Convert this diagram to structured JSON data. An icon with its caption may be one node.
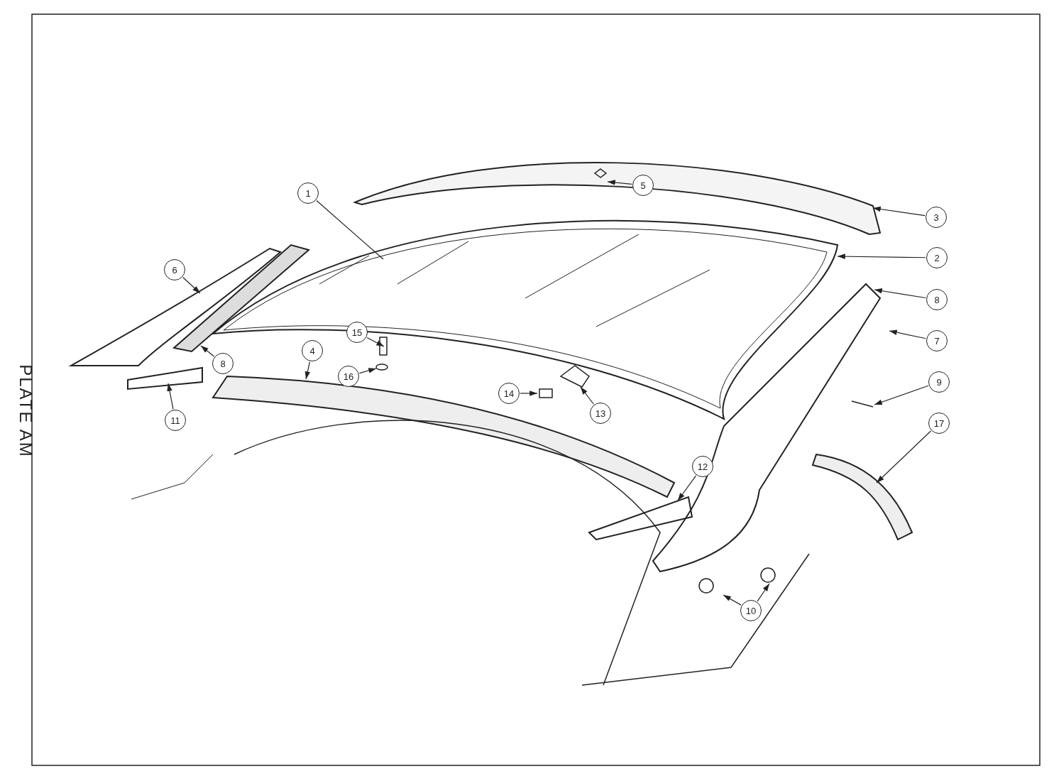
{
  "diagram": {
    "nodes": [
      {
        "text": [
          "1"
        ]
      },
      {
        "text": [
          "5"
        ]
      },
      {
        "text": [
          "3"
        ]
      },
      {
        "text": [
          "2"
        ]
      },
      {
        "text": [
          "6"
        ]
      },
      {
        "text": [
          "8"
        ]
      },
      {
        "text": [
          "8"
        ]
      },
      {
        "text": [
          "7"
        ]
      },
      {
        "text": [
          "15"
        ]
      },
      {
        "text": [
          "4"
        ]
      },
      {
        "text": [
          "16"
        ]
      },
      {
        "text": [
          "9"
        ]
      },
      {
        "text": [
          "17"
        ]
      },
      {
        "text": [
          "14"
        ]
      },
      {
        "text": [
          "13"
        ]
      },
      {
        "text": [
          "11"
        ]
      },
      {
        "text": [
          "12"
        ]
      },
      {
        "text": [
          "10"
        ]
      }
    ],
    "edges": [
      {
        "from": 0,
        "to": null,
        "arrow": "none"
      },
      {
        "from": 1,
        "to": null,
        "arrow": "to"
      },
      {
        "from": 2,
        "to": null,
        "arrow": "to"
      },
      {
        "from": 3,
        "to": null,
        "arrow": "to"
      },
      {
        "from": 4,
        "to": null,
        "arrow": "to"
      },
      {
        "from": 5,
        "to": null,
        "arrow": "to"
      },
      {
        "from": 6,
        "to": null,
        "arrow": "to"
      },
      {
        "from": 7,
        "to": null,
        "arrow": "to"
      },
      {
        "from": 8,
        "to": null,
        "arrow": "to"
      },
      {
        "from": 9,
        "to": null,
        "arrow": "to"
      },
      {
        "from": 10,
        "to": null,
        "arrow": "to"
      },
      {
        "from": 11,
        "to": null,
        "arrow": "to"
      },
      {
        "from": 12,
        "to": null,
        "arrow": "to"
      },
      {
        "from": 13,
        "to": null,
        "arrow": "to"
      },
      {
        "from": 14,
        "to": null,
        "arrow": "to"
      },
      {
        "from": 15,
        "to": null,
        "arrow": "to"
      },
      {
        "from": 16,
        "to": null,
        "arrow": "to"
      },
      {
        "from": 17,
        "to": null,
        "arrow": "to"
      },
      {
        "from": 17,
        "to": null,
        "arrow": "to"
      }
    ],
    "labels": [
      "PLATE AM"
    ]
  }
}
